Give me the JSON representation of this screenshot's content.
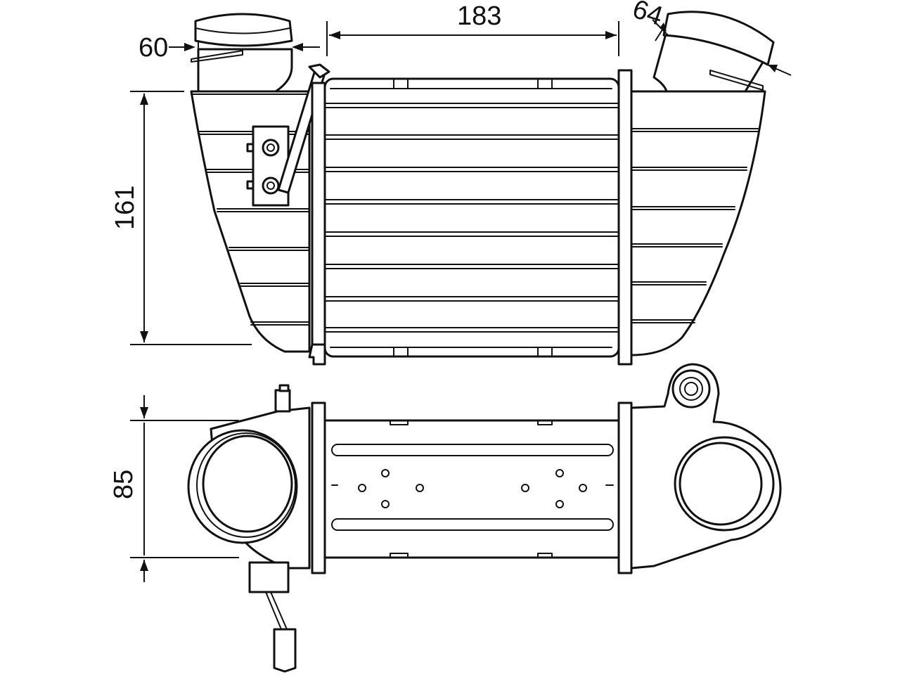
{
  "dimensions": {
    "inlet_diameter": "60",
    "core_width": "183",
    "outlet_diameter": "64",
    "height": "161",
    "depth": "85"
  },
  "colors": {
    "line": "#111111",
    "background": "#ffffff"
  }
}
